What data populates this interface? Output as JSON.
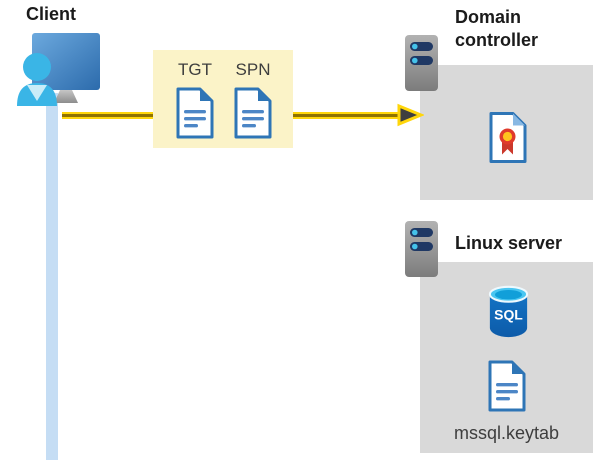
{
  "client": {
    "label": "Client"
  },
  "ticket_box": {
    "tgt_label": "TGT",
    "spn_label": "SPN"
  },
  "domain_controller": {
    "label": "Domain controller"
  },
  "linux_server": {
    "label": "Linux server",
    "keytab_label": "mssql.keytab",
    "sql_icon_text": "SQL"
  },
  "icons": {
    "client": "person-at-monitor-icon",
    "ticket_box": [
      "document-icon",
      "document-icon"
    ],
    "domain_controller": [
      "server-icon",
      "certificate-icon"
    ],
    "linux_server": [
      "server-icon",
      "sql-database-icon",
      "document-icon"
    ],
    "arrow": "yellow-right-arrow"
  },
  "colors": {
    "ticket_box_bg": "#FBF3C8",
    "server_box_bg": "#D9D9D9",
    "client_line_blue": "#C5DDF4",
    "arrow_yellow": "#FFD60A",
    "arrow_core": "#8F7300",
    "arrowhead_gray": "#3F3F3F",
    "doc_border_blue": "#2E75B6",
    "doc_line_blue": "#4C86C6",
    "cert_fold_blue": "#88B8E3",
    "rosette_red": "#E03A2B",
    "rosette_yellow": "#FFC21E",
    "sql_body_blue": "#1268BD",
    "sql_top_cyan": "#4AC6F1",
    "server_bar_navy": "#1F3864",
    "server_dot_cyan": "#45C2EA",
    "person_cyan": "#3AB5E6",
    "monitor_blue": "#3D7DBD",
    "heading_text": "#1B1B1B",
    "body_text": "#3E3E3E"
  }
}
